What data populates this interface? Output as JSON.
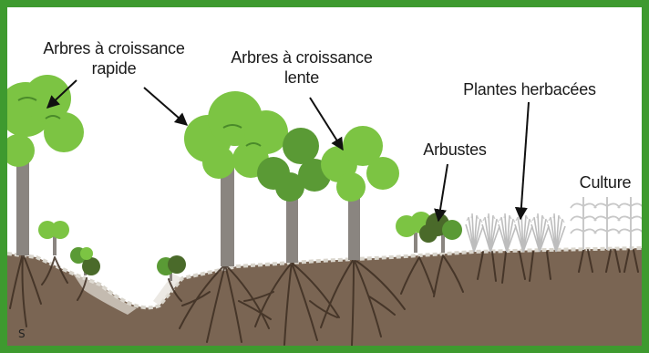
{
  "colors": {
    "border": "#3e9a2f",
    "sky": "#ffffff",
    "soil": "#7a6553",
    "soil_dark": "#5e4a3a",
    "roots": "#3e2e22",
    "canopy_light": "#7cc443",
    "canopy_mid": "#5a9a35",
    "canopy_dark": "#4a6a2a",
    "trunk": "#8a8580",
    "litter": "#d9d5cc"
  },
  "labels": {
    "fast_trees": {
      "line1": "Arbres à croissance",
      "line2": "rapide"
    },
    "slow_trees": {
      "line1": "Arbres à croissance",
      "line2": "lente"
    },
    "shrubs": "Arbustes",
    "herbaceous": "Plantes herbacées",
    "crop": "Culture"
  },
  "icons": {
    "fast_tree": "broadleaf-tree-icon",
    "slow_tree": "broadleaf-tree-icon",
    "shrub": "bush-icon",
    "grass": "grass-tuft-icon",
    "crop": "wheat-stalk-icon",
    "arrow": "pointer-arrow-icon"
  }
}
